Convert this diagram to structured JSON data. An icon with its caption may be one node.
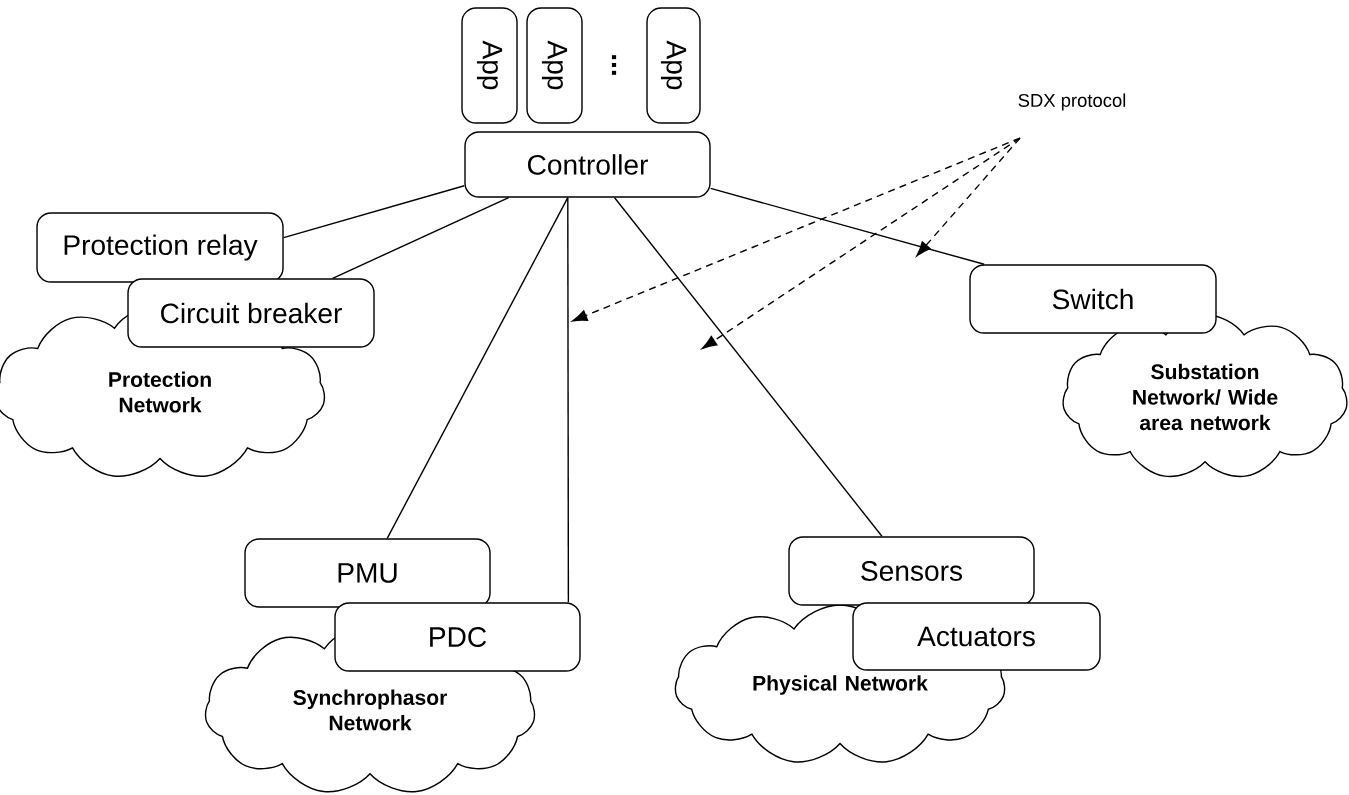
{
  "diagram": {
    "nodes": [
      {
        "text": [
          "App"
        ]
      },
      {
        "text": [
          "App"
        ]
      },
      {
        "text": [
          "App"
        ]
      },
      {
        "text": [
          "Controller"
        ]
      },
      {
        "text": [
          "Protection relay"
        ]
      },
      {
        "text": [
          "Circuit breaker"
        ]
      },
      {
        "text": [
          "Protection Network"
        ]
      },
      {
        "text": [
          "Switch"
        ]
      },
      {
        "text": [
          "Substation Network/ Wide area network"
        ]
      },
      {
        "text": [
          "PMU"
        ]
      },
      {
        "text": [
          "PDC"
        ]
      },
      {
        "text": [
          "Synchrophasor Network"
        ]
      },
      {
        "text": [
          "Sensors"
        ]
      },
      {
        "text": [
          "Actuators"
        ]
      },
      {
        "text": [
          "Physical Network"
        ]
      },
      {
        "text": [
          "SDX protocol"
        ]
      }
    ],
    "edges": [
      {
        "from": 3,
        "to": 4,
        "arrow": "none"
      },
      {
        "from": 3,
        "to": 5,
        "arrow": "none"
      },
      {
        "from": 3,
        "to": 9,
        "arrow": "none"
      },
      {
        "from": 3,
        "to": 10,
        "arrow": "none"
      },
      {
        "from": 3,
        "to": 12,
        "arrow": "none"
      },
      {
        "from": 3,
        "to": 7,
        "arrow": "none"
      },
      {
        "from": 15,
        "to": null,
        "arrow": "to",
        "style": "dashed"
      },
      {
        "from": 15,
        "to": null,
        "arrow": "to",
        "style": "dashed"
      },
      {
        "from": 15,
        "to": null,
        "arrow": "to",
        "style": "dashed"
      }
    ],
    "labels": [
      "..."
    ]
  }
}
